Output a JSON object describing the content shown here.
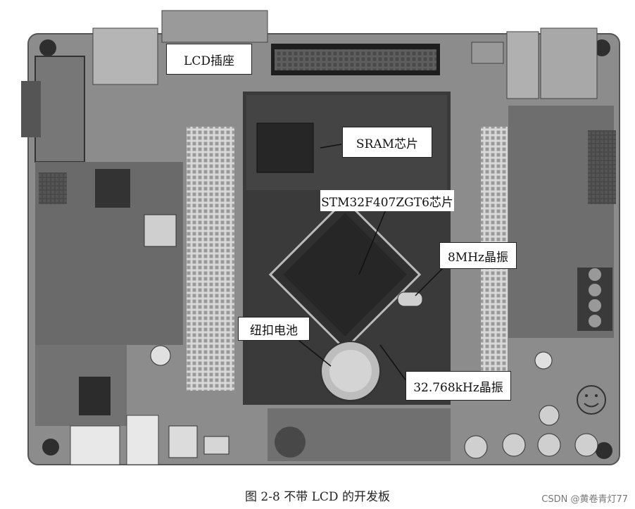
{
  "figure": {
    "callouts": {
      "lcd_socket": "LCD插座",
      "sram_chip": "SRAM芯片",
      "mcu_chip": "STM32F407ZGT6芯片",
      "crystal_8mhz": "8MHz晶振",
      "coin_battery": "纽扣电池",
      "crystal_32k": "32.768kHz晶振"
    },
    "caption": "图 2-8   不带 LCD 的开发板",
    "watermark": "CSDN @黄卷青灯77"
  },
  "colors": {
    "board": "#8a8a8a",
    "board_dark": "#3c3c3c",
    "chip": "#2a2a2a",
    "background": "#ffffff"
  }
}
